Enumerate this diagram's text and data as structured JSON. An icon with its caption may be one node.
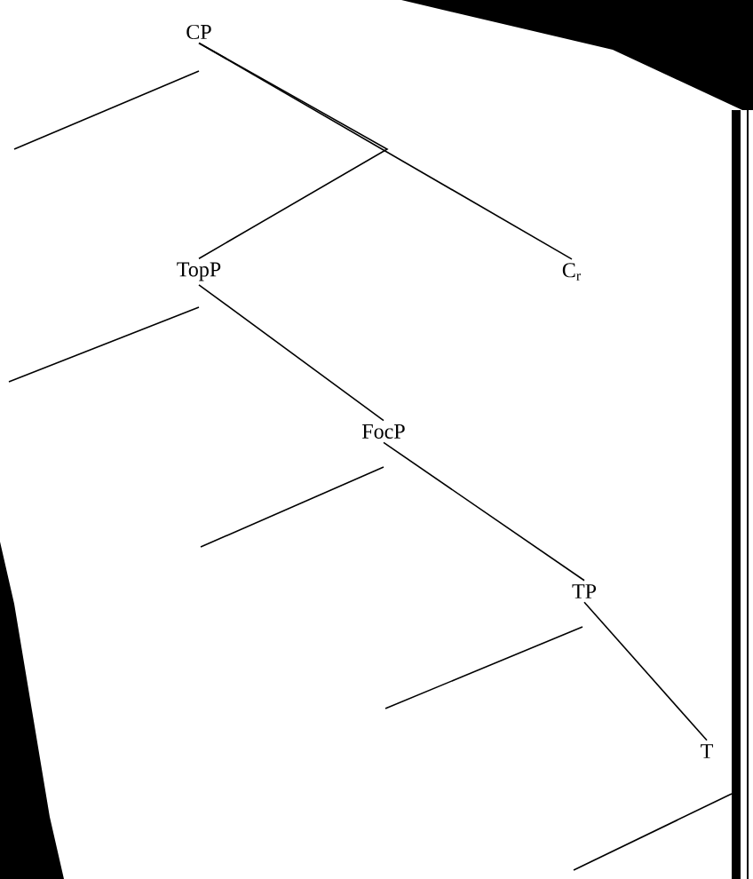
{
  "diagram": {
    "nodes": [
      {
        "text": [
          "CP"
        ]
      },
      {
        "text": [
          "TopP"
        ]
      },
      {
        "text": [
          "C$_{r}$"
        ]
      },
      {
        "text": [
          "FocP"
        ]
      },
      {
        "text": [
          "TP"
        ]
      },
      {
        "text": [
          "T"
        ]
      }
    ],
    "edges": [
      {
        "from": 0,
        "to": 1,
        "arrow": "none"
      },
      {
        "from": 0,
        "to": 2,
        "arrow": "none"
      },
      {
        "from": 1,
        "to": 3,
        "arrow": "none"
      },
      {
        "from": 3,
        "to": 4,
        "arrow": "none"
      },
      {
        "from": 4,
        "to": 5,
        "arrow": "none"
      }
    ]
  }
}
